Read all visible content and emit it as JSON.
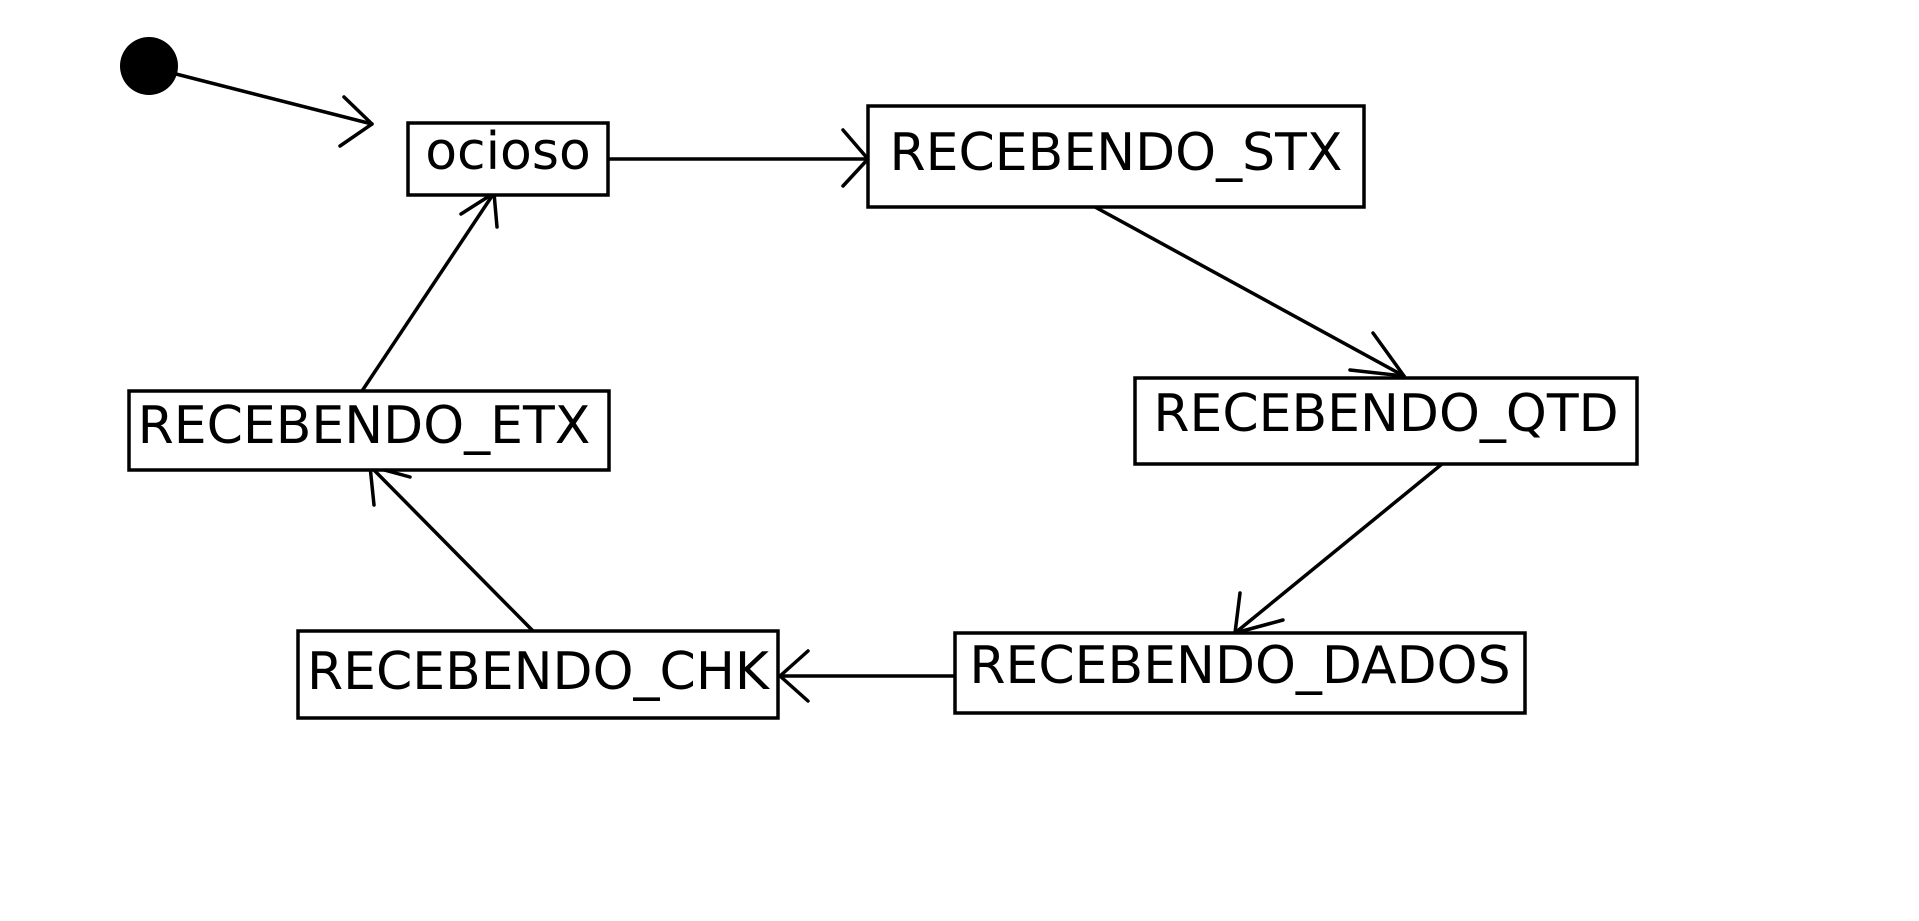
{
  "diagram": {
    "states": {
      "ocioso": "ocioso",
      "recebendo_stx": "RECEBENDO_STX",
      "recebendo_qtd": "RECEBENDO_QTD",
      "recebendo_dados": "RECEBENDO_DADOS",
      "recebendo_chk": "RECEBENDO_CHK",
      "recebendo_etx": "RECEBENDO_ETX"
    },
    "transitions": [
      {
        "from": "initial",
        "to": "ocioso"
      },
      {
        "from": "ocioso",
        "to": "recebendo_stx"
      },
      {
        "from": "recebendo_stx",
        "to": "recebendo_qtd"
      },
      {
        "from": "recebendo_qtd",
        "to": "recebendo_dados"
      },
      {
        "from": "recebendo_dados",
        "to": "recebendo_chk"
      },
      {
        "from": "recebendo_chk",
        "to": "recebendo_etx"
      },
      {
        "from": "recebendo_etx",
        "to": "ocioso"
      }
    ]
  }
}
